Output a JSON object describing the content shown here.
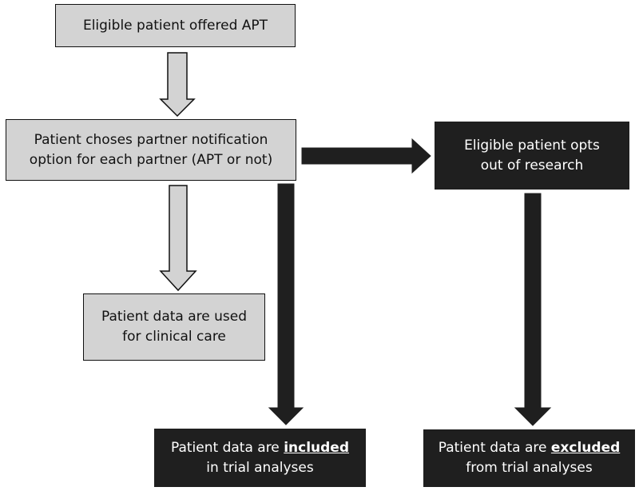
{
  "boxes": {
    "offered": {
      "lines": [
        "Eligible patient offered APT"
      ]
    },
    "chooses": {
      "lines": [
        "Patient choses partner notification",
        "option for each partner (APT or not)"
      ]
    },
    "optout": {
      "lines": [
        "Eligible patient opts",
        "out of research"
      ]
    },
    "clinical": {
      "lines": [
        "Patient data are used",
        "for clinical care"
      ]
    },
    "included": {
      "pre": "Patient data are ",
      "emph": "included",
      "line2": "in trial analyses"
    },
    "excluded": {
      "pre": "Patient data are ",
      "emph": "excluded",
      "line2": "from trial analyses"
    }
  },
  "colors": {
    "light_fill": "#d3d3d3",
    "dark_fill": "#1f1f1f",
    "outline": "#111111"
  }
}
